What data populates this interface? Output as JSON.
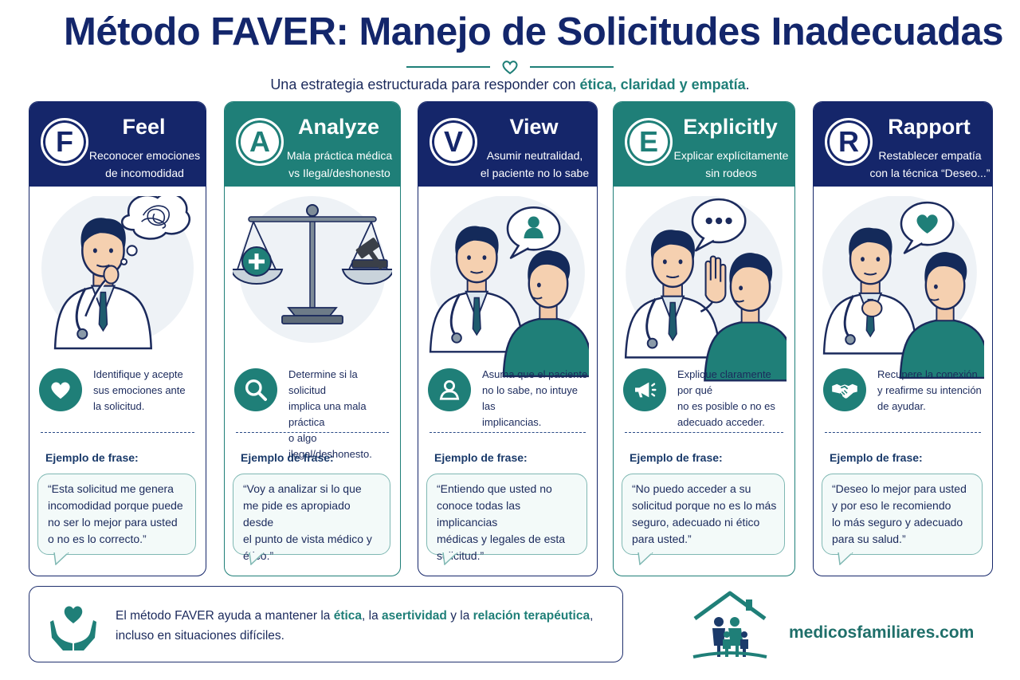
{
  "title": "Método FAVER: Manejo de Solicitudes Inadecuadas",
  "subtitle": {
    "pre": "Una estrategia estructurada para responder con ",
    "highlight": "ética, claridad y empatía",
    "post": "."
  },
  "colors": {
    "navy": "#15266a",
    "teal": "#1f7f78",
    "text": "#1b2a5c"
  },
  "steps": [
    {
      "letter": "F",
      "word": "Feel",
      "desc": [
        "Reconocer emociones",
        "de incomodidad"
      ],
      "illustration": "doctor-thinking-tangled-thought",
      "icon": "heart-icon",
      "text": [
        "Identifique y acepte",
        "sus emociones ante",
        "la solicitud."
      ],
      "example_label": "Ejemplo de frase:",
      "example": [
        "“Esta solicitud me genera",
        "incomodidad porque puede",
        "no ser lo mejor para usted",
        "o no es lo correcto.”"
      ]
    },
    {
      "letter": "A",
      "word": "Analyze",
      "desc": [
        "Mala práctica médica",
        "vs Ilegal/deshonesto"
      ],
      "illustration": "balance-scale-medical-vs-legal",
      "icon": "magnifier-icon",
      "text": [
        "Determine si la solicitud",
        "implica una mala práctica",
        "o algo ilegal/deshonesto."
      ],
      "example_label": "Ejemplo de frase:",
      "example": [
        "“Voy a analizar si lo que",
        "me pide es apropiado desde",
        "el punto de vista médico y",
        "ético.”"
      ]
    },
    {
      "letter": "V",
      "word": "View",
      "desc": [
        "Asumir neutralidad,",
        "el paciente no lo sabe"
      ],
      "illustration": "doctor-patient-neutral-view",
      "icon": "person-icon",
      "text": [
        "Asuma que el paciente",
        "no lo sabe, no intuye las",
        "implicancias."
      ],
      "example_label": "Ejemplo de frase:",
      "example": [
        "“Entiendo que usted no",
        "conoce todas las implicancias",
        "médicas y legales de esta",
        "solicitud.”"
      ]
    },
    {
      "letter": "E",
      "word": "Explicitly",
      "desc": [
        "Explicar explícitamente",
        "sin rodeos"
      ],
      "illustration": "doctor-stop-hand-explaining",
      "icon": "megaphone-icon",
      "text": [
        "Explique claramente por qué",
        "no es posible o no es",
        "adecuado acceder."
      ],
      "example_label": "Ejemplo de frase:",
      "example": [
        "“No puedo acceder a su",
        "solicitud porque no es lo más",
        "seguro, adecuado ni ético",
        "para usted.”"
      ]
    },
    {
      "letter": "R",
      "word": "Rapport",
      "desc": [
        "Restablecer empatía",
        "con la técnica “Deseo...”"
      ],
      "illustration": "doctor-hand-on-heart-rapport",
      "icon": "handshake-icon",
      "text": [
        "Recupere la conexión",
        "y reafirme su intención",
        "de ayudar."
      ],
      "example_label": "Ejemplo de frase:",
      "example": [
        "“Deseo lo mejor para usted",
        "y por eso le recomiendo",
        "lo más seguro y adecuado",
        "para su salud.”"
      ]
    }
  ],
  "footer": {
    "icon": "heart-in-hands-icon",
    "line1_pre": "El método FAVER ayuda a mantener la ",
    "h1": "ética",
    "sep1": ", la ",
    "h2": "asertividad",
    "sep2": " y la ",
    "h3": "relación terapéutica",
    "line1_post": ",",
    "line2": "incluso en situaciones difíciles."
  },
  "logo": {
    "icon": "house-family-icon",
    "site": "medicosfamiliares.com"
  }
}
